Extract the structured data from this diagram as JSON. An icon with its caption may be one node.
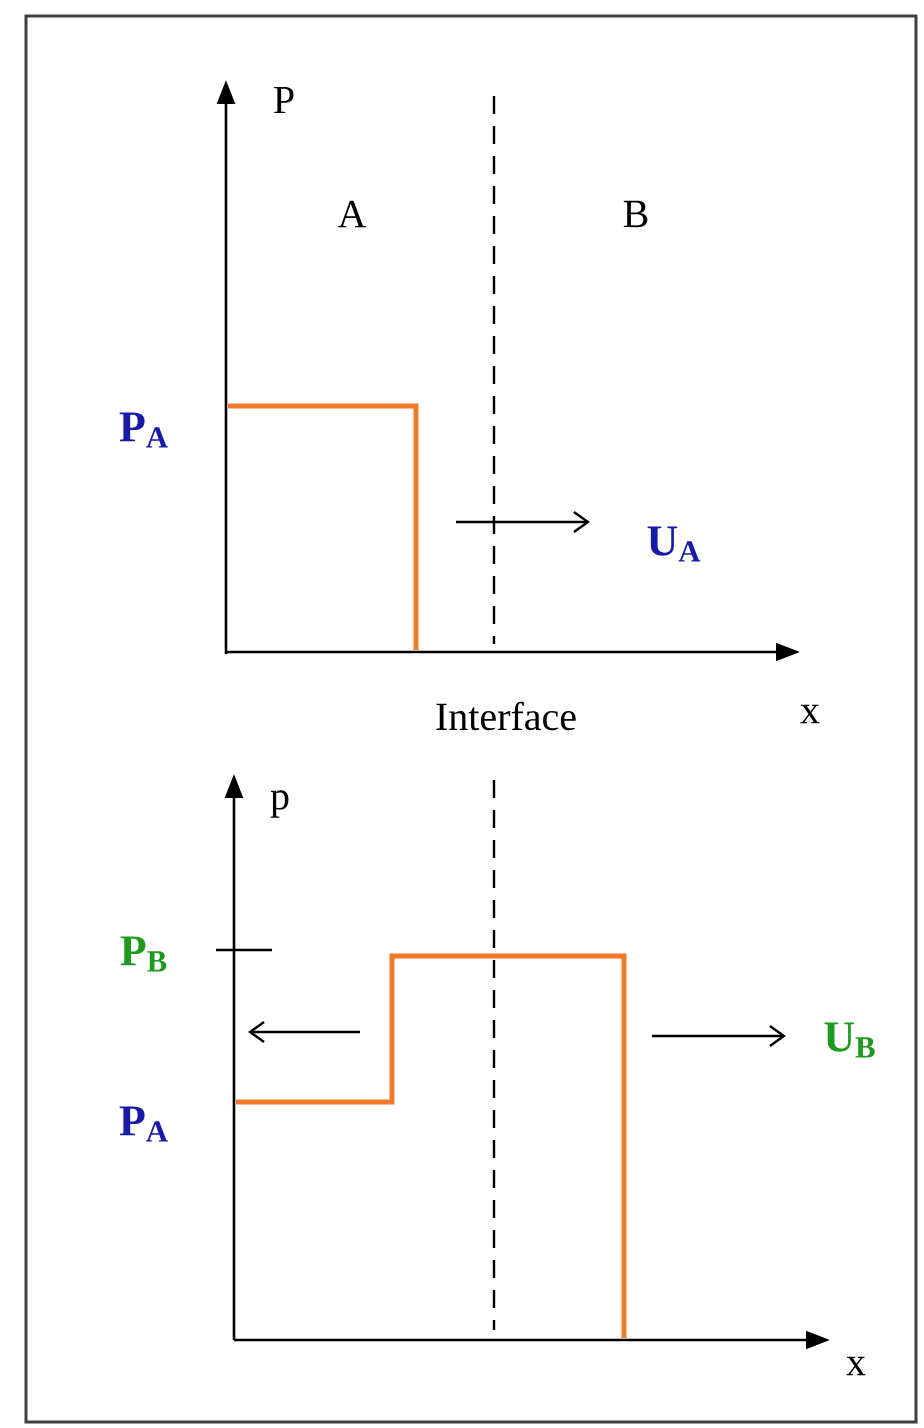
{
  "diagram": {
    "labels": [
      "P",
      "A",
      "B",
      "P$_{A}$",
      "U$_{A}$",
      "Interface",
      "x",
      "p",
      "P$_{B}$",
      "P$_{A}$",
      "U$_{B}$",
      "x"
    ]
  }
}
